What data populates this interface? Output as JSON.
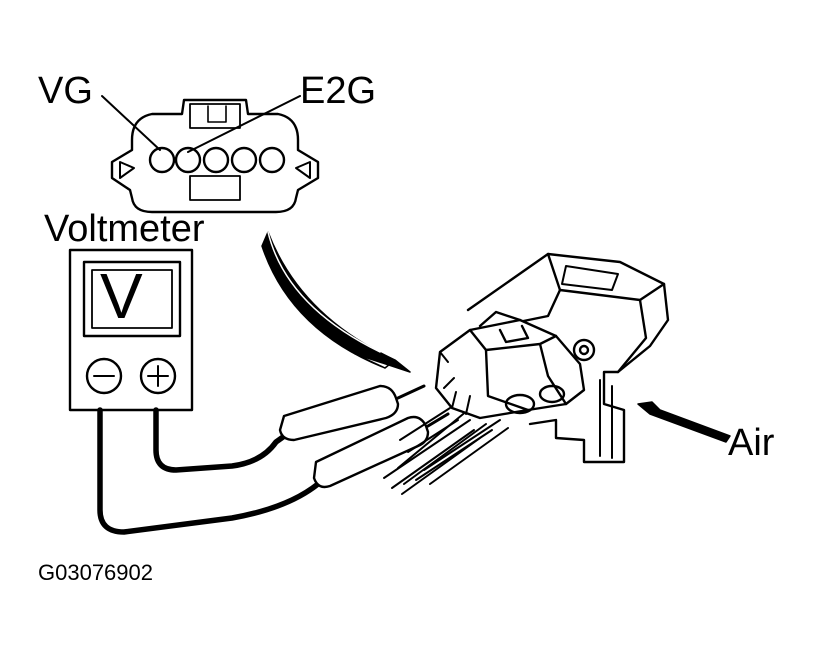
{
  "labels": {
    "vg": "VG",
    "e2g": "E2G",
    "voltmeter": "Voltmeter",
    "display": "V",
    "minus": "−",
    "plus": "+",
    "air": "Air",
    "figure_code": "G03076902"
  },
  "colors": {
    "ink": "#000000",
    "paper": "#ffffff"
  }
}
